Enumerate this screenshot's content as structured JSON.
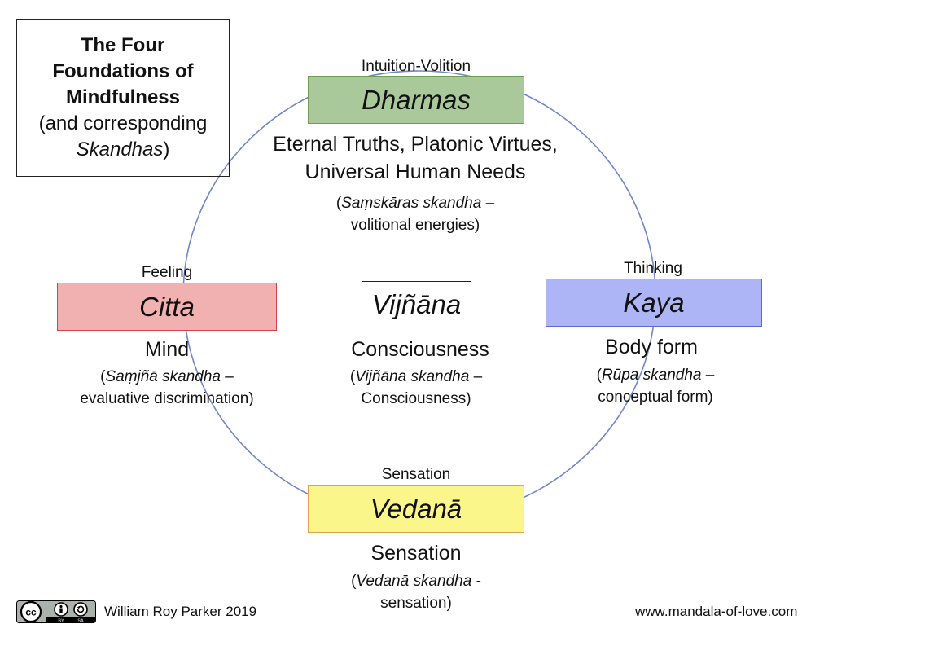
{
  "title": {
    "line1": "The Four",
    "line2": "Foundations of",
    "line3": "Mindfulness",
    "line4": "(and corresponding",
    "line5_italic": "Skandhas",
    "line5_close": ")"
  },
  "dharmas": {
    "label": "Intuition-Volition",
    "name": "Dharmas",
    "desc_line1": "Eternal Truths, Platonic Virtues,",
    "desc_line2": "Universal Human Needs",
    "sub_open": "(",
    "sub_italic": "Saṃskāras skandha",
    "sub_dash": " –",
    "sub_line2": "volitional energies)"
  },
  "citta": {
    "label": "Feeling",
    "name": "Citta",
    "desc": "Mind",
    "sub_open": "(",
    "sub_italic": "Saṃjñā skandha",
    "sub_dash": " –",
    "sub_line2": "evaluative discrimination)"
  },
  "vijnana": {
    "name": "Vijñāna",
    "desc": "Consciousness",
    "sub_open": "(",
    "sub_italic": "Vijñāna skandha",
    "sub_dash": " –",
    "sub_line2": "Consciousness)"
  },
  "kaya": {
    "label": "Thinking",
    "name": "Kaya",
    "desc": "Body form",
    "sub_open": "(",
    "sub_italic": "Rūpa skandha",
    "sub_dash": " –",
    "sub_line2": "conceptual form)"
  },
  "vedana": {
    "label": "Sensation",
    "name": "Vedanā",
    "desc": "Sensation",
    "sub_open": "(",
    "sub_italic": "Vedanā skandha",
    "sub_dash": " -",
    "sub_line2": "sensation)"
  },
  "footer": {
    "license_cc": "cc",
    "license_by": "BY",
    "license_sa": "SA",
    "author": "William Roy Parker 2019",
    "website": "www.mandala-of-love.com"
  },
  "colors": {
    "circle": "#6f86c9",
    "dharmas": "#a9c99a",
    "citta": "#f2b1b1",
    "kaya": "#aeb5f7",
    "vedana": "#fbf68a"
  }
}
